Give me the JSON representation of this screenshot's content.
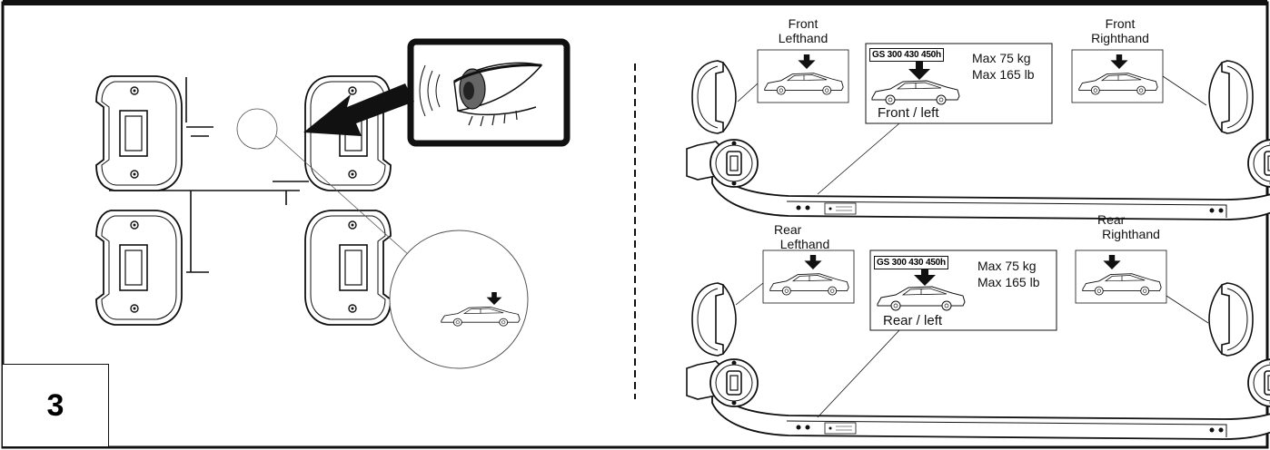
{
  "step_number": "3",
  "labels": {
    "front_left": [
      "Front",
      "Lefthand"
    ],
    "front_right": [
      "Front",
      "Righthand"
    ],
    "rear_left": [
      "Rear",
      "Lefthand"
    ],
    "rear_right": [
      "Rear",
      "Righthand"
    ]
  },
  "front_sticker": {
    "models": "GS 300 430 450h",
    "max_kg": "Max  75 kg",
    "max_lb": "Max 165 lb",
    "position": "Front / left"
  },
  "rear_sticker": {
    "models": "GS 300 430 450h",
    "max_kg": "Max 75 kg",
    "max_lb": "Max 165 lb",
    "position": "Rear / left"
  }
}
